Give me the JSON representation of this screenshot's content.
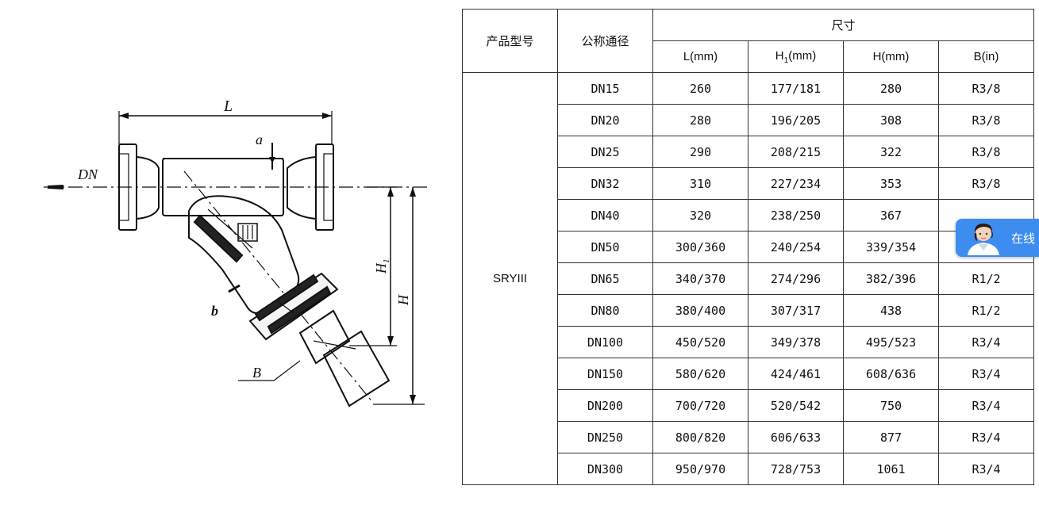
{
  "drawing": {
    "label_L": "L",
    "label_DN": "DN",
    "label_a": "a",
    "label_b": "b",
    "label_B": "B",
    "label_H1": "H",
    "label_H1_sub": "1",
    "label_H": "H"
  },
  "table": {
    "header_model": "产品型号",
    "header_dn": "公称通径",
    "header_dims": "尺寸",
    "col_L": "L(mm)",
    "col_H1_prefix": "H",
    "col_H1_sub": "1",
    "col_H1_suffix": "(mm)",
    "col_H": "H(mm)",
    "col_B": "B(in)",
    "model": "SRYIII",
    "rows": [
      {
        "dn": "DN15",
        "L": "260",
        "H1": "177/181",
        "H": "280",
        "B": "R3/8"
      },
      {
        "dn": "DN20",
        "L": "280",
        "H1": "196/205",
        "H": "308",
        "B": "R3/8"
      },
      {
        "dn": "DN25",
        "L": "290",
        "H1": "208/215",
        "H": "322",
        "B": "R3/8"
      },
      {
        "dn": "DN32",
        "L": "310",
        "H1": "227/234",
        "H": "353",
        "B": "R3/8"
      },
      {
        "dn": "DN40",
        "L": "320",
        "H1": "238/250",
        "H": "367",
        "B": ""
      },
      {
        "dn": "DN50",
        "L": "300/360",
        "H1": "240/254",
        "H": "339/354",
        "B": ""
      },
      {
        "dn": "DN65",
        "L": "340/370",
        "H1": "274/296",
        "H": "382/396",
        "B": "R1/2"
      },
      {
        "dn": "DN80",
        "L": "380/400",
        "H1": "307/317",
        "H": "438",
        "B": "R1/2"
      },
      {
        "dn": "DN100",
        "L": "450/520",
        "H1": "349/378",
        "H": "495/523",
        "B": "R3/4"
      },
      {
        "dn": "DN150",
        "L": "580/620",
        "H1": "424/461",
        "H": "608/636",
        "B": "R3/4"
      },
      {
        "dn": "DN200",
        "L": "700/720",
        "H1": "520/542",
        "H": "750",
        "B": "R3/4"
      },
      {
        "dn": "DN250",
        "L": "800/820",
        "H1": "606/633",
        "H": "877",
        "B": "R3/4"
      },
      {
        "dn": "DN300",
        "L": "950/970",
        "H1": "728/753",
        "H": "1061",
        "B": "R3/4"
      }
    ]
  },
  "widget": {
    "label": "在线",
    "icon": "customer-service-avatar-icon",
    "color": "#3d8df0"
  }
}
